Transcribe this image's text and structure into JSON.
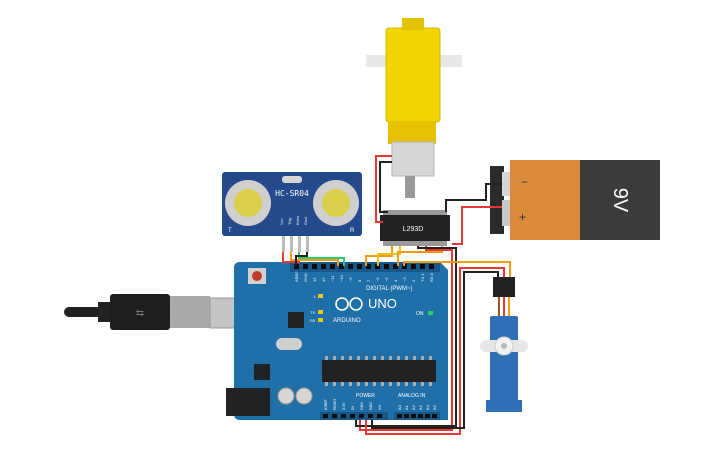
{
  "components": {
    "sensor": {
      "label": "HC-SR04",
      "pins": [
        "Vcc",
        "Trig",
        "Echo",
        "Gnd"
      ],
      "corner_left": "T",
      "corner_right": "R"
    },
    "driver": {
      "label": "L293D"
    },
    "battery": {
      "label": "9V",
      "minus": "−",
      "plus": "+"
    },
    "arduino": {
      "brand": "ARDUINO",
      "model": "UNO",
      "digital_label": "DIGITAL (PWM~)",
      "power_label": "POWER",
      "analog_label": "ANALOG IN",
      "on_label": "ON",
      "l_label": "L",
      "tx_label": "TX",
      "rx_label": "RX",
      "digital_pins": [
        "AREF",
        "GND",
        "13",
        "12",
        "~11",
        "~10",
        "~9",
        "8",
        "7",
        "~6",
        "~5",
        "4",
        "~3",
        "2",
        "TX 1",
        "RX 0"
      ],
      "power_pins": [
        "IOREF",
        "RESET",
        "3.3V",
        "5V",
        "GND",
        "GND",
        "Vin"
      ],
      "analog_pins": [
        "A0",
        "A1",
        "A2",
        "A3",
        "A4",
        "A5"
      ]
    }
  },
  "colors": {
    "board": "#1f6fa8",
    "board_dark": "#17578a",
    "sensor_board": "#254a8c",
    "motor": "#f2d400",
    "battery_label": "#d98b3a",
    "battery_body": "#3b3b3b",
    "wire_red": "#e53935",
    "wire_black": "#222222",
    "wire_orange": "#f39c12",
    "servo": "#2f6fb5"
  }
}
